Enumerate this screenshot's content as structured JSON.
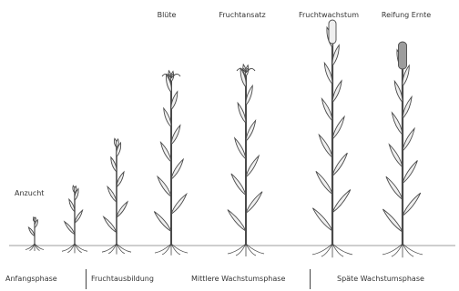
{
  "stage_labels": {
    "anzucht": "Anzucht",
    "bluete": "Blüte",
    "fruchtansatz": "Fruchtansatz",
    "fruchtwachstum": "Fruchtwachstum",
    "reifung_ernte": "Reifung Ernte"
  },
  "phase_labels": {
    "anfangsphase": "Anfangsphase",
    "fruchtausbildung": "Fruchtausbildung",
    "mittlere": "Mittlere Wachstumsphase",
    "spaete": "Späte Wachstumsphase"
  },
  "colors": {
    "line": "#4a4a4a",
    "fill": "#efefef",
    "ripe": "#9c9c9c",
    "ground": "#bdbdbd",
    "text": "#333333"
  }
}
